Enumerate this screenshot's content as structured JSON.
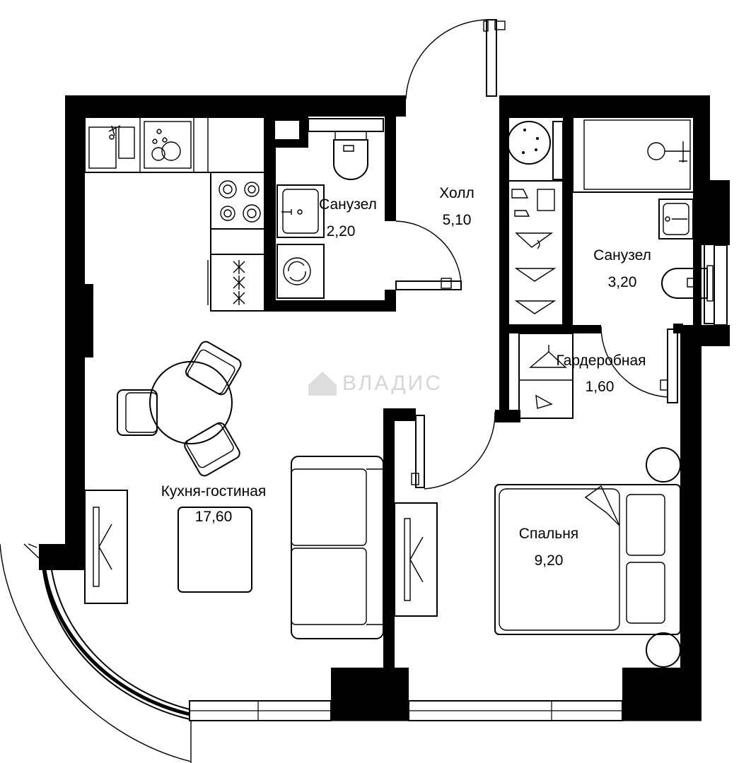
{
  "rooms": {
    "kitchen_living": {
      "name": "Кухня-гостиная",
      "area": "17,60"
    },
    "hall": {
      "name": "Холл",
      "area": "5,10"
    },
    "bath_small": {
      "name": "Санузел",
      "area": "2,20"
    },
    "bath_large": {
      "name": "Санузел",
      "area": "3,20"
    },
    "wardrobe": {
      "name": "Гардеробная",
      "area": "1,60"
    },
    "bedroom": {
      "name": "Спальня",
      "area": "9,20"
    }
  },
  "watermark": {
    "text": "ВЛАДИС",
    "logo_icon": "house-logo-icon"
  }
}
